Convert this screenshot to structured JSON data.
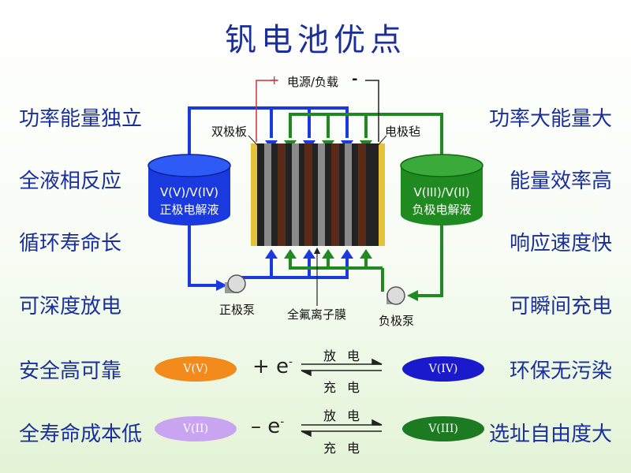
{
  "title": "钒电池优点",
  "left_features": [
    "功率能量独立",
    "全液相反应",
    "循环寿命长",
    "可深度放电",
    "安全高可靠",
    "全寿命成本低"
  ],
  "right_features": [
    "功率大能量大",
    "能量效率高",
    "响应速度快",
    "可瞬间充电",
    "环保无污染",
    "选址自由度大"
  ],
  "diagram": {
    "power_label": "电源/负载",
    "plus": "+",
    "minus": "-",
    "bipolar_plate": "双极板",
    "electrode_felt": "电极毡",
    "membrane": "全氟离子膜",
    "pos_pump": "正极泵",
    "neg_pump": "负极泵",
    "pos_tank_line1": "V(V)/V(IV)",
    "pos_tank_line2": "正极电解液",
    "neg_tank_line1": "V(III)/V(II)",
    "neg_tank_line2": "负极电解液"
  },
  "reactions": [
    {
      "left": "V(V)",
      "op": "+ e",
      "sup": "-",
      "right": "V(IV)",
      "top": "放电",
      "bottom": "充电",
      "left_color": "#f28a1c",
      "right_color": "#1a1acc"
    },
    {
      "left": "V(II)",
      "op": "– e",
      "sup": "-",
      "right": "V(III)",
      "top": "放电",
      "bottom": "充电",
      "left_color": "#c9a4f0",
      "right_color": "#1b7a22"
    }
  ],
  "colors": {
    "positive": "#1a3ae0",
    "negative": "#1f8a1f",
    "title": "#1a2f9a"
  }
}
